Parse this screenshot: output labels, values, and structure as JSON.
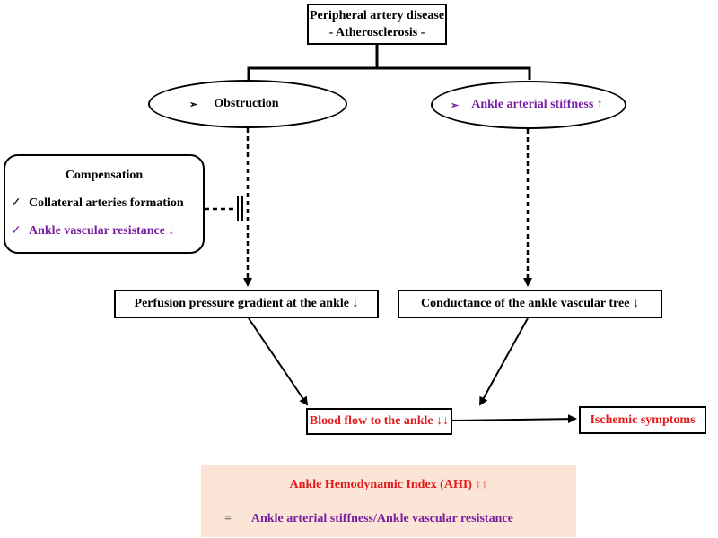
{
  "title": {
    "line1": "Peripheral artery disease",
    "line2": "- Atherosclerosis -"
  },
  "ellipses": {
    "left": {
      "bullet": "➢",
      "label": "Obstruction"
    },
    "right": {
      "bullet": "➢",
      "label": "Ankle arterial stiffness ↑"
    }
  },
  "compensation": {
    "title": "Compensation",
    "items": [
      {
        "check": "✓",
        "label": "Collateral arteries formation"
      },
      {
        "check": "✓",
        "label": "Ankle vascular resistance ↓"
      }
    ]
  },
  "boxes": {
    "perfusion": "Perfusion pressure gradient at the ankle ↓",
    "conductance": "Conductance of the ankle vascular tree ↓",
    "blood_flow": "Blood flow to the ankle ↓↓",
    "ischemic": "Ischemic symptoms"
  },
  "ahi": {
    "title": "Ankle Hemodynamic Index (AHI) ↑↑",
    "equals": "=",
    "formula": "Ankle arterial stiffness/Ankle vascular resistance"
  },
  "colors": {
    "purple": "#7a1fa2",
    "red": "#e31a1c",
    "ahi_background": "#fbe5d6"
  }
}
